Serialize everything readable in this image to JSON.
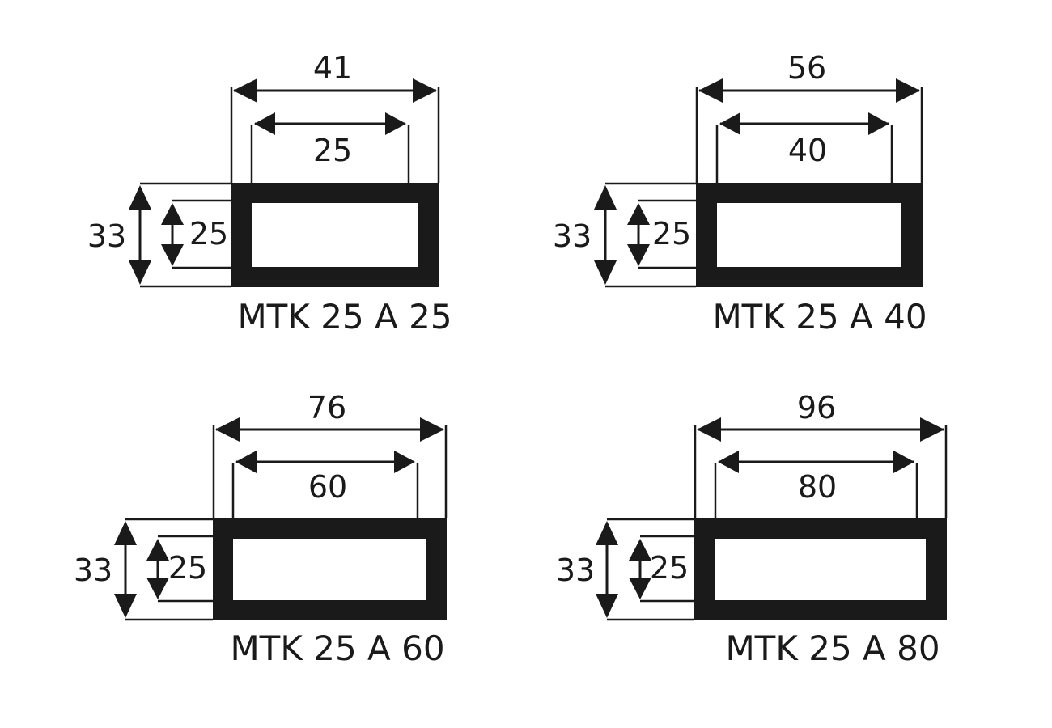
{
  "title": "MTK 25 A profile dimensions",
  "colors": {
    "ink": "#1a1a1a",
    "background": "#ffffff"
  },
  "profiles": [
    {
      "model": "MTK 25 A 25",
      "outer_width": "41",
      "inner_width": "25",
      "outer_height": "33",
      "inner_height": "25"
    },
    {
      "model": "MTK 25 A 40",
      "outer_width": "56",
      "inner_width": "40",
      "outer_height": "33",
      "inner_height": "25"
    },
    {
      "model": "MTK 25 A 60",
      "outer_width": "76",
      "inner_width": "60",
      "outer_height": "33",
      "inner_height": "25"
    },
    {
      "model": "MTK 25 A 80",
      "outer_width": "96",
      "inner_width": "80",
      "outer_height": "33",
      "inner_height": "25"
    }
  ]
}
